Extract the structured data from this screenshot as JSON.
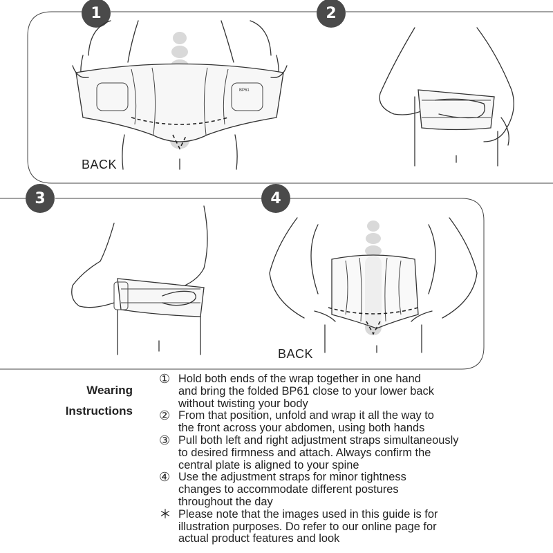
{
  "steps": [
    {
      "badge": "1",
      "label": "BACK"
    },
    {
      "badge": "2"
    },
    {
      "badge": "3"
    },
    {
      "badge": "4",
      "label": "BACK"
    }
  ],
  "belt_tag": "BP61",
  "instructions": {
    "title_line1": "Wearing",
    "title_line2": "Instructions",
    "items": [
      {
        "marker": "①",
        "lines": [
          "Hold both ends of the wrap together in one hand",
          "and bring the folded BP61 close to your lower back",
          "without twisting your body"
        ]
      },
      {
        "marker": "②",
        "lines": [
          "From that position, unfold and wrap it all the way to",
          "the front across your abdomen, using both hands"
        ]
      },
      {
        "marker": "③",
        "lines": [
          "Pull both left and right adjustment straps simultaneously",
          "to desired firmness and attach. Always confirm the",
          "central plate is aligned to your spine"
        ]
      },
      {
        "marker": "④",
        "lines": [
          "Use the adjustment straps for minor tightness",
          "changes to accommodate different postures",
          "throughout the day"
        ]
      },
      {
        "marker": "＊",
        "lines": [
          "Please note that the images used in this guide is for",
          "illustration purposes. Do refer to our online page for",
          "actual product features and look"
        ]
      }
    ]
  }
}
